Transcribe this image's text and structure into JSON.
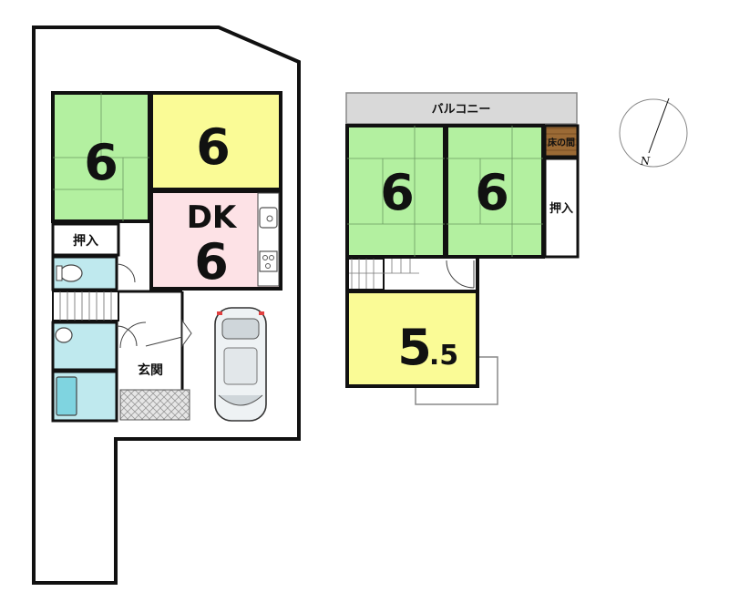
{
  "floor1": {
    "rooms": [
      {
        "id": "washitsu",
        "label": "6"
      },
      {
        "id": "yoshitsu",
        "label": "6"
      },
      {
        "id": "dk",
        "title": "DK",
        "label": "6"
      }
    ],
    "closet": "押入",
    "entrance": "玄関"
  },
  "floor2": {
    "balcony": "バルコニー",
    "tokonoma": "床の間",
    "closet": "押入",
    "rooms": [
      {
        "id": "room-left",
        "label": "6"
      },
      {
        "id": "room-right",
        "label": "6"
      }
    ],
    "small_room": {
      "major": "5",
      "minor": ".5"
    }
  },
  "compass": {
    "north": "N"
  },
  "colors": {
    "tatami": "#b3f0a0",
    "yellow": "#fafb96",
    "pink": "#fde2e6",
    "wall": "#111111",
    "grey": "#d9d9d9"
  }
}
